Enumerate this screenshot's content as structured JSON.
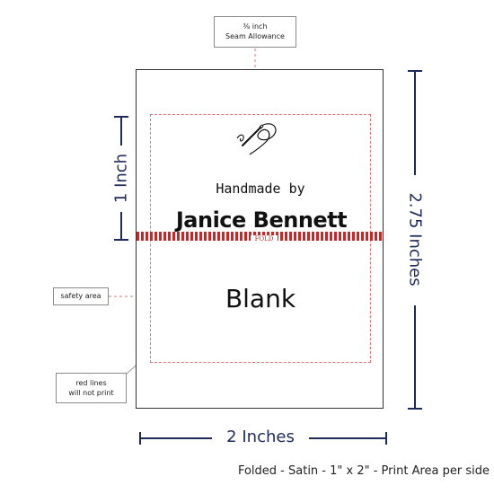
{
  "seam_callout": {
    "line1": "⅜ inch",
    "line2": "Seam Allowance"
  },
  "safety_callout": "safety area",
  "redlines_callout": {
    "line1": "red lines",
    "line2": "will not print"
  },
  "label": {
    "tagline": "Handmade by",
    "name": "Janice Bennett",
    "fold": "FOLD",
    "blank": "Blank",
    "icon": "needle-and-thread-icon"
  },
  "dimensions": {
    "height_half": "1 Inch",
    "height_total": "2.75 Inches",
    "width": "2 Inches"
  },
  "caption": "Folded - Satin - 1\" x 2\" - Print Area per side",
  "colors": {
    "dimension": "#1f2a5c",
    "red": "#c62828",
    "guide": "#e57373"
  }
}
